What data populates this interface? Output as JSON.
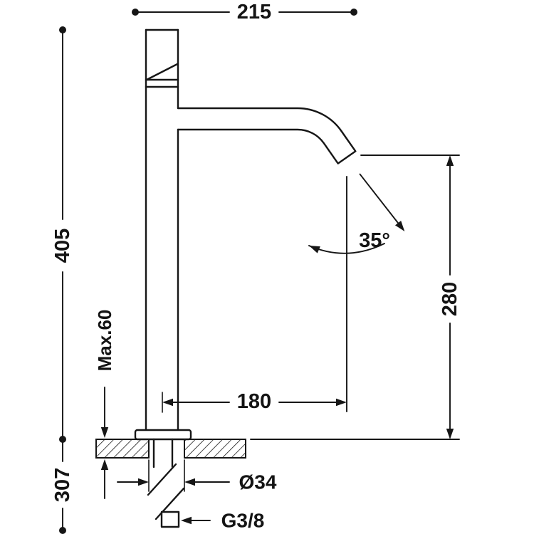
{
  "page": {
    "background": "#ffffff",
    "line_color": "#161616"
  },
  "drawing": {
    "type": "technical-dimension-drawing",
    "subject": "tall single-lever basin mixer faucet, side elevation with installation dimensions",
    "labels": {
      "spout_projection": "215",
      "height_above_deck": "405",
      "max_deck_thickness": "Max.60",
      "below_deck_length": "307",
      "spout_reach": "180",
      "outlet_height": "280",
      "outlet_angle": "35°",
      "hole_diameter": "Ø34",
      "supply_connection": "G3/8"
    }
  }
}
